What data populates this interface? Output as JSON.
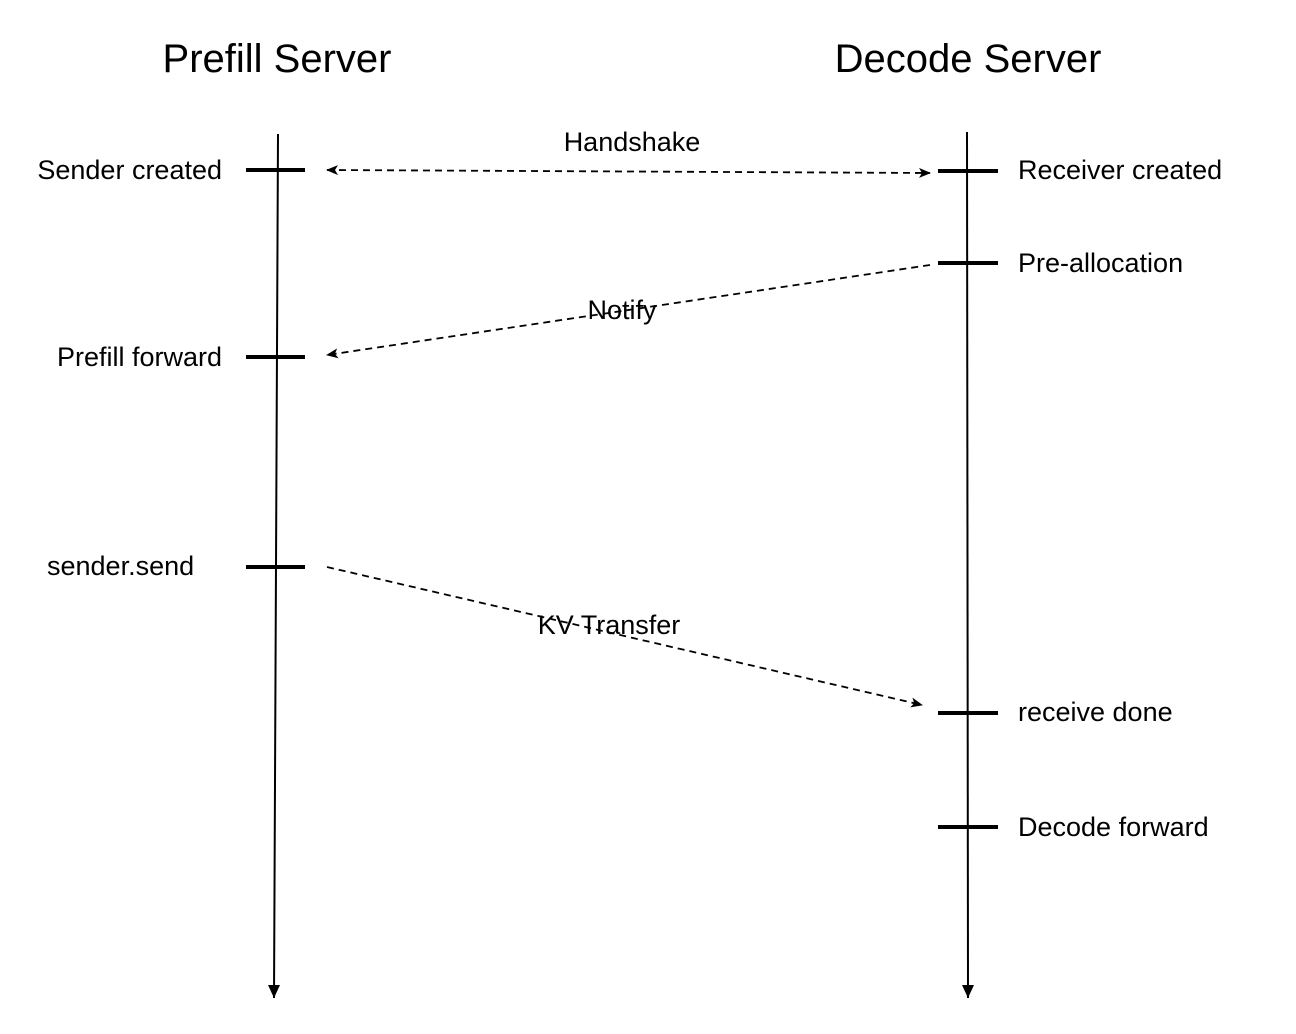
{
  "participants": {
    "prefill": {
      "title": "Prefill Server"
    },
    "decode": {
      "title": "Decode Server"
    }
  },
  "events": {
    "prefill": [
      {
        "label": "Sender created"
      },
      {
        "label": "Prefill forward"
      },
      {
        "label": "sender.send"
      }
    ],
    "decode": [
      {
        "label": "Receiver created"
      },
      {
        "label": "Pre-allocation"
      },
      {
        "label": "receive done"
      },
      {
        "label": "Decode forward"
      }
    ]
  },
  "messages": [
    {
      "label": "Handshake",
      "from": "prefill.0",
      "to": "decode.0",
      "bidirectional": true
    },
    {
      "label": "Notify",
      "from": "decode.1",
      "to": "prefill.1",
      "bidirectional": false
    },
    {
      "label": "KV Transfer",
      "from": "prefill.2",
      "to": "decode.2",
      "bidirectional": false
    }
  ]
}
